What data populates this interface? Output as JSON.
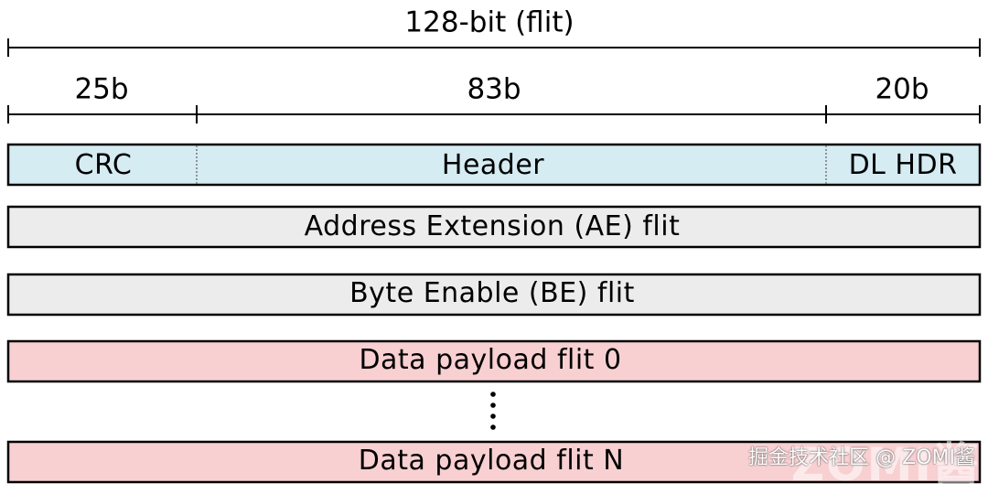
{
  "diagram": {
    "total_label": "128-bit (flit)",
    "fields": [
      {
        "label": "25b"
      },
      {
        "label": "83b"
      },
      {
        "label": "20b"
      }
    ],
    "header_flit": {
      "crc": "CRC",
      "header": "Header",
      "dl_hdr": "DL HDR"
    },
    "rows": [
      {
        "label": "Address Extension (AE) flit",
        "color": "#ececec"
      },
      {
        "label": "Byte Enable (BE) flit",
        "color": "#ececec"
      },
      {
        "label": "Data payload flit 0",
        "color": "#f8d0d2"
      },
      {
        "label": "Data payload flit N",
        "color": "#f8d0d2"
      }
    ],
    "header_color": "#d5ecf3"
  },
  "watermark": {
    "text": "掘金技术社区 @ ZOMI酱",
    "big": "ZOMI酱"
  }
}
